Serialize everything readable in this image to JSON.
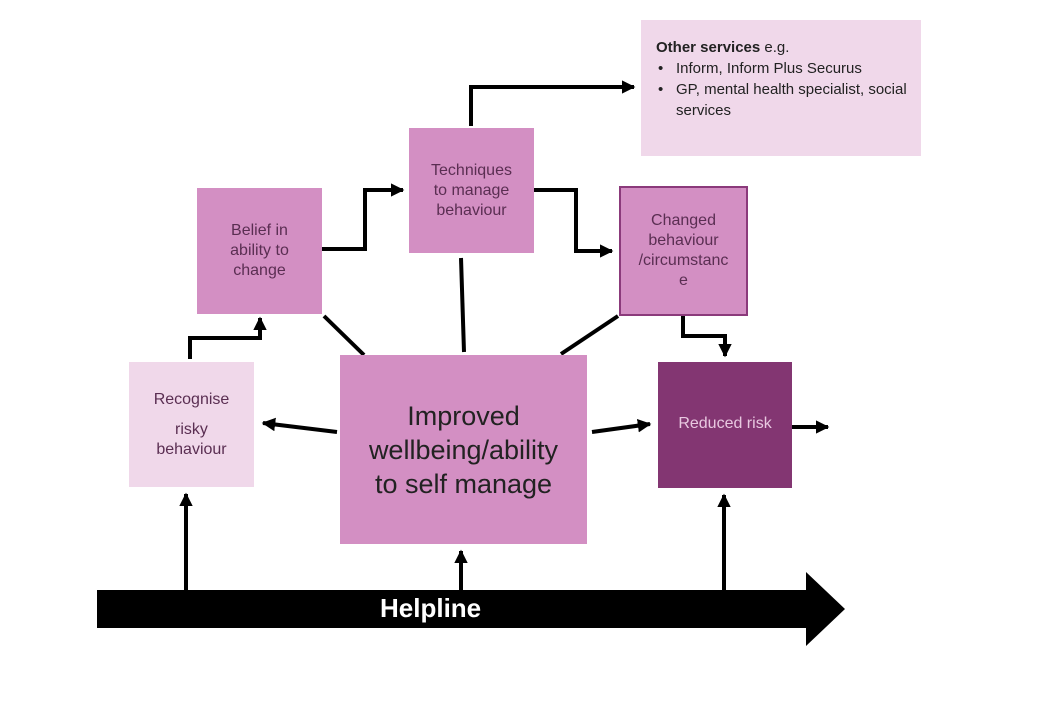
{
  "colors": {
    "light": "#f0d8ea",
    "mid": "#d38fc3",
    "dark": "#833672",
    "border": "#8b3a7b",
    "arrow": "#000000"
  },
  "nodes": {
    "belief": {
      "lines": [
        "Belief in",
        "ability to",
        "change"
      ]
    },
    "techniques": {
      "lines": [
        "Techniques",
        "to manage",
        "behaviour"
      ]
    },
    "changed": {
      "lines": [
        "Changed",
        "behaviour",
        "/circumstanc",
        "e"
      ]
    },
    "recognise": {
      "lines": [
        "Recognise",
        "risky",
        "behaviour"
      ]
    },
    "improved": {
      "lines": [
        "Improved",
        "wellbeing/ability",
        "to self manage"
      ]
    },
    "reduced": {
      "label": "Reduced risk"
    },
    "other_services": {
      "title_bold": "Other services",
      "title_rest": " e.g.",
      "bullet": "•",
      "items": [
        "Inform, Inform Plus Securus",
        "GP, mental health specialist, social services"
      ]
    }
  },
  "helpline": {
    "label": "Helpline"
  },
  "icons": {
    "connector": "arrow-line",
    "bar": "block-arrow"
  }
}
